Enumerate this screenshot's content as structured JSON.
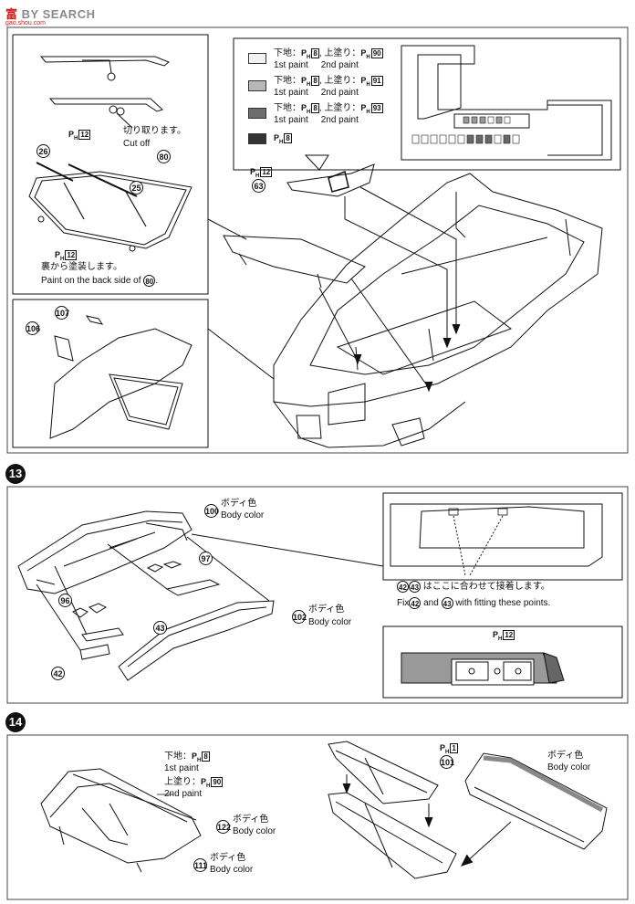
{
  "watermark": {
    "logo_mark": "富",
    "logo_text": "BY SEARCH",
    "url": "gao.shou.com"
  },
  "step12": {
    "inset_windshield": {
      "cut_jp": "切り取ります。",
      "cut_en": "Cut off",
      "ph_ref_top": "12",
      "ph_ref_bottom": "12",
      "back_side_jp": "裏から塗装します。",
      "back_side_en_prefix": "Paint on the back side of",
      "back_side_part": "80",
      "parts": [
        "26",
        "80",
        "25"
      ]
    },
    "paint_legend": [
      {
        "base_jp": "下地：",
        "base_ph": "8",
        "top_jp": "上塗り：",
        "top_ph": "90",
        "en1": "1st paint",
        "en2": "2nd paint",
        "color": "#f2f2f2"
      },
      {
        "base_jp": "下地：",
        "base_ph": "8",
        "top_jp": "上塗り：",
        "top_ph": "91",
        "en1": "1st paint",
        "en2": "2nd paint",
        "color": "#b8b8b8"
      },
      {
        "base_jp": "下地：",
        "base_ph": "8",
        "top_jp": "上塗り：",
        "top_ph": "93",
        "en1": "1st paint",
        "en2": "2nd paint",
        "color": "#6e6e6e"
      },
      {
        "ph": "8",
        "color": "#333333"
      }
    ],
    "part63": {
      "num": "63",
      "ph": "12"
    },
    "inset_bottom_parts": [
      "107",
      "106"
    ]
  },
  "step13": {
    "step_no": "13",
    "p100": {
      "num": "100",
      "jp": "ボディ色",
      "en": "Body color"
    },
    "p97": "97",
    "p96": "96",
    "p43": "43",
    "p42": "42",
    "p102": {
      "num": "102",
      "jp": "ボディ色",
      "en": "Body color"
    },
    "fit": {
      "a": "42",
      "b": "43",
      "jp": "はここに合わせて接着します。",
      "en_prefix": "Fix",
      "en_and": "and",
      "en_suffix": "with fitting these points."
    },
    "ph12": "12"
  },
  "step14": {
    "step_no": "14",
    "paint": {
      "base_jp": "下地：",
      "base_ph": "8",
      "en1": "1st paint",
      "top_jp": "上塗り：",
      "top_ph": "90",
      "en2": "2nd paint"
    },
    "p122": {
      "num": "122",
      "jp": "ボディ色",
      "en": "Body color"
    },
    "p111": {
      "num": "111",
      "jp": "ボディ色",
      "en": "Body color"
    },
    "ph1": "1",
    "p101": {
      "num": "101",
      "jp": "ボディ色",
      "en": "Body color"
    }
  }
}
